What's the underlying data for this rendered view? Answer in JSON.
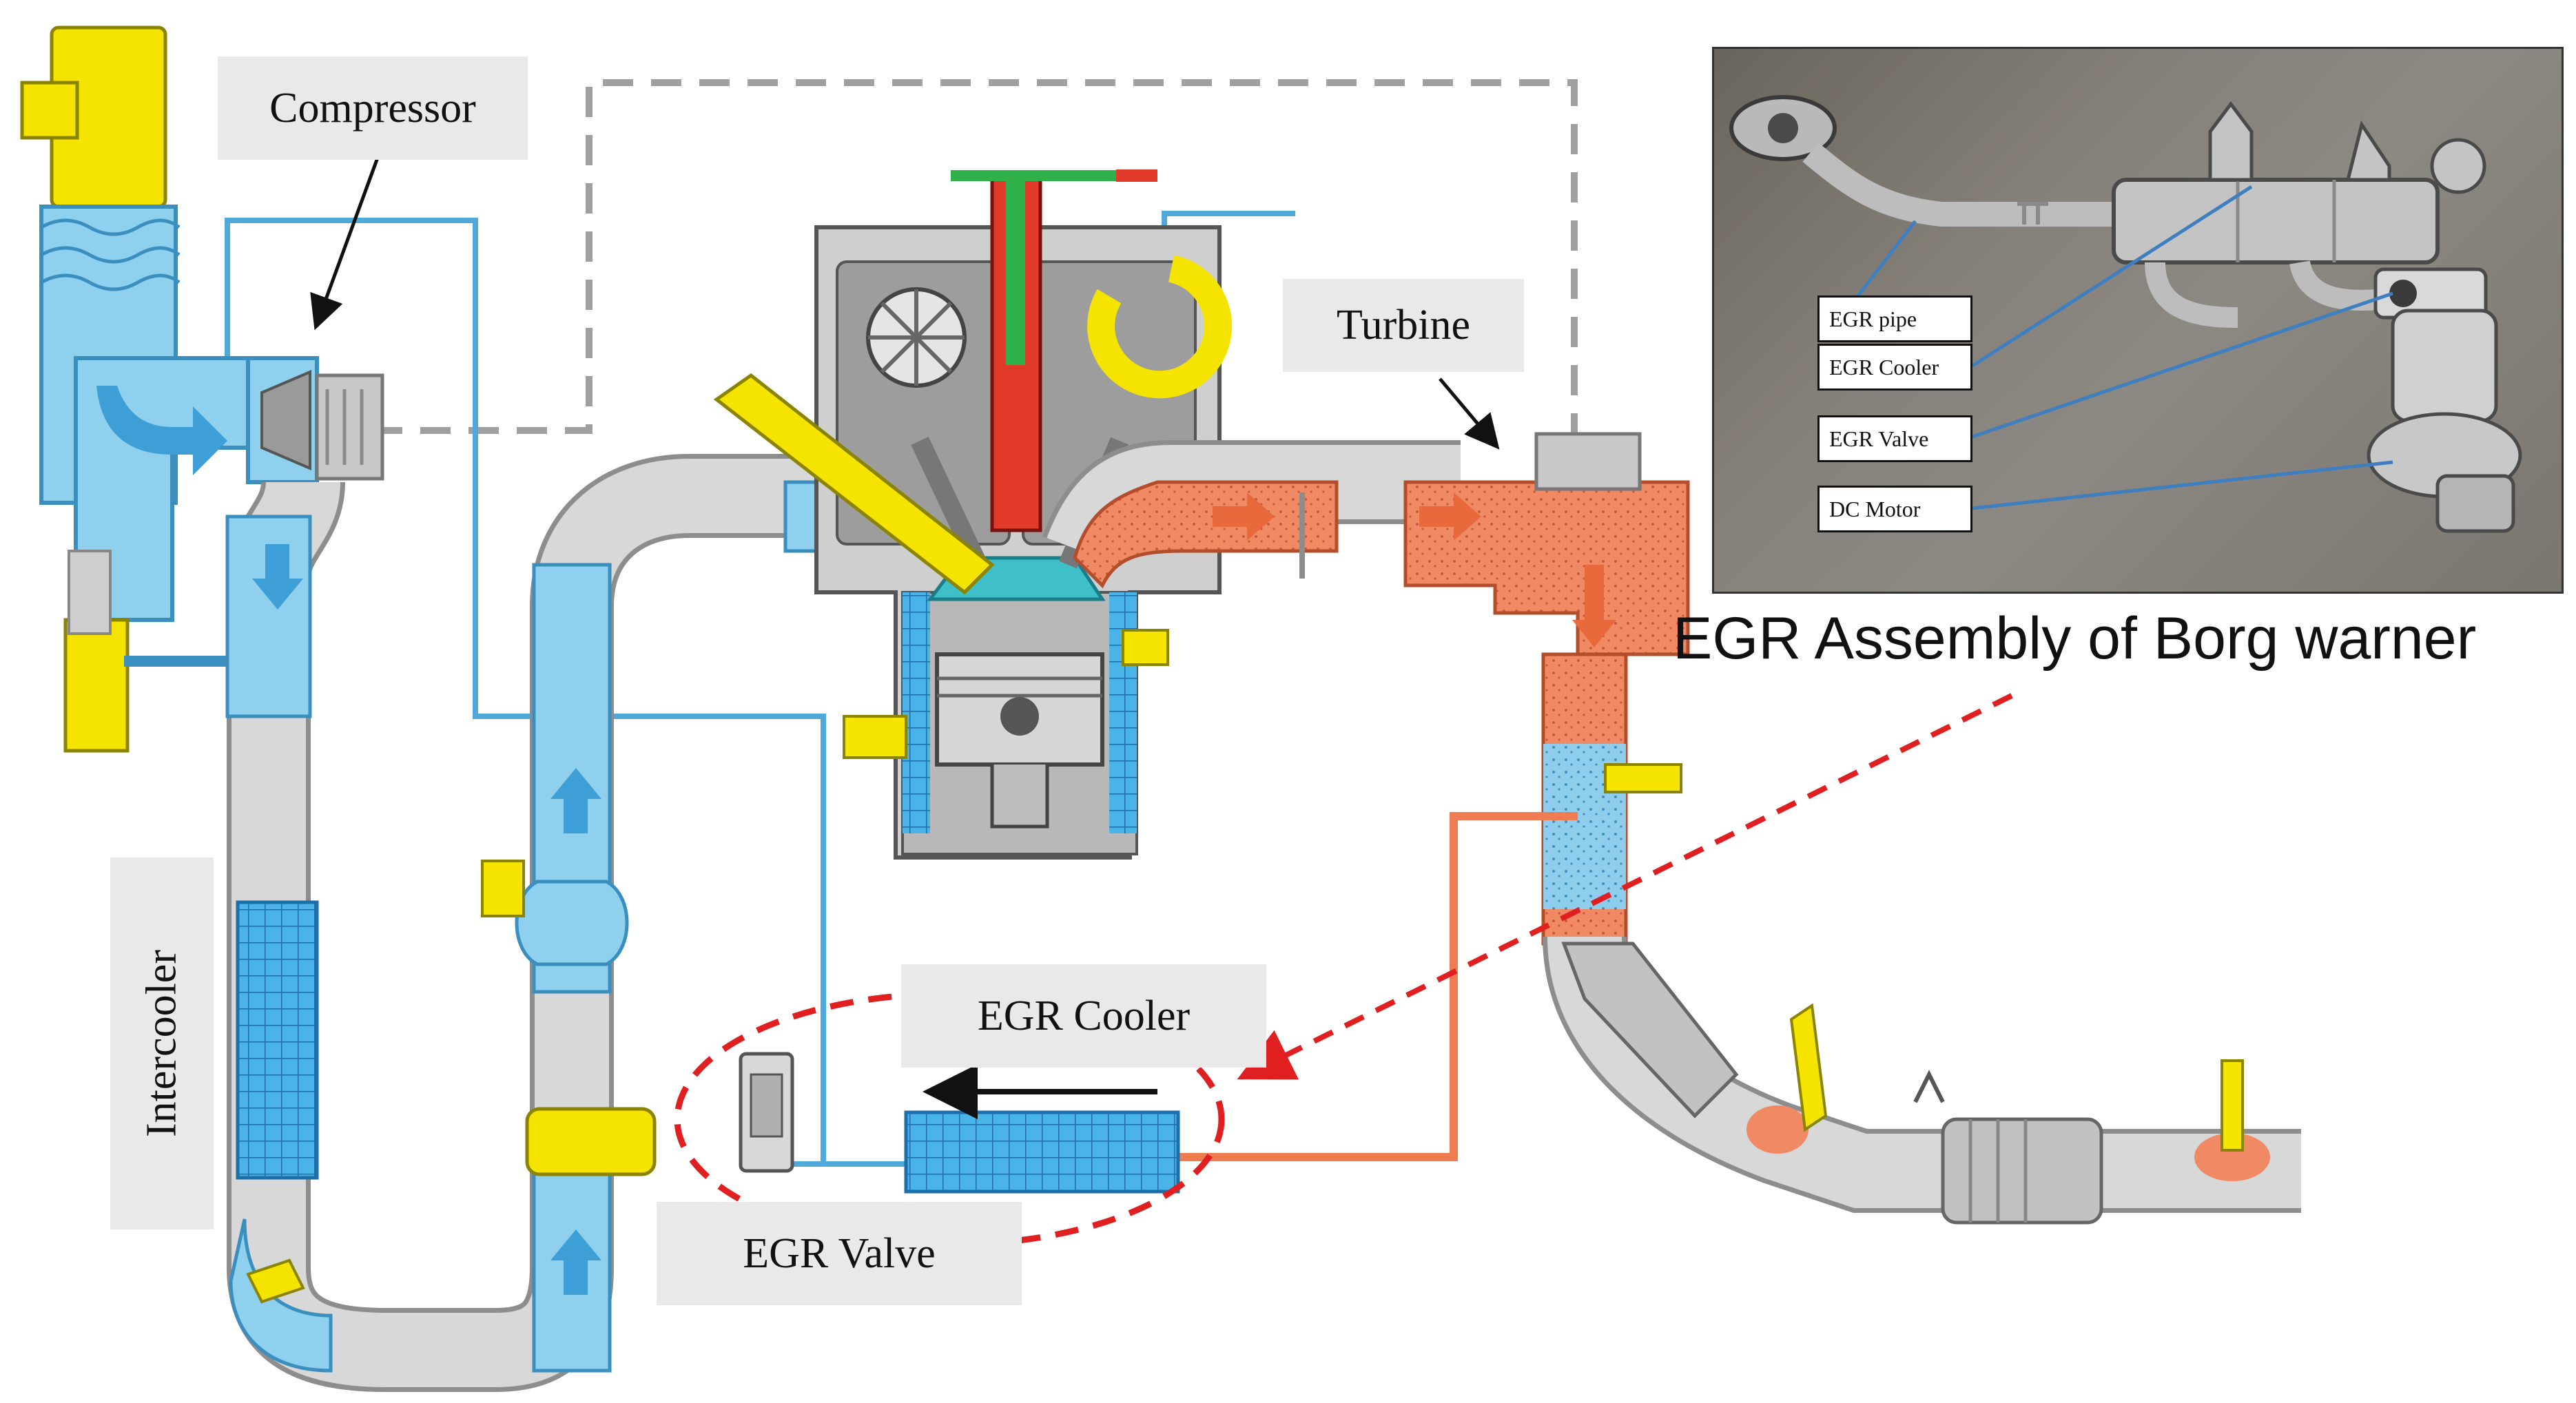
{
  "labels": {
    "compressor": "Compressor",
    "turbine": "Turbine",
    "intercooler": "Intercooler",
    "egr_cooler": "EGR Cooler",
    "egr_valve": "EGR Valve"
  },
  "photo": {
    "labels": [
      "EGR pipe",
      "EGR Cooler",
      "EGR Valve",
      "DC Motor"
    ]
  },
  "caption": "EGR Assembly of Borg warner",
  "colors": {
    "intake_air": "#7cc8ec",
    "exhaust": "#f08a64",
    "sensor": "#f5e400",
    "pipe": "#cfcfcf",
    "egr_circle": "#e02020",
    "label_bg": "#e9e9e9"
  },
  "icons": [
    "arrow-icon",
    "sensor-icon",
    "piston-icon",
    "injector-icon",
    "catalytic-converter-icon"
  ]
}
